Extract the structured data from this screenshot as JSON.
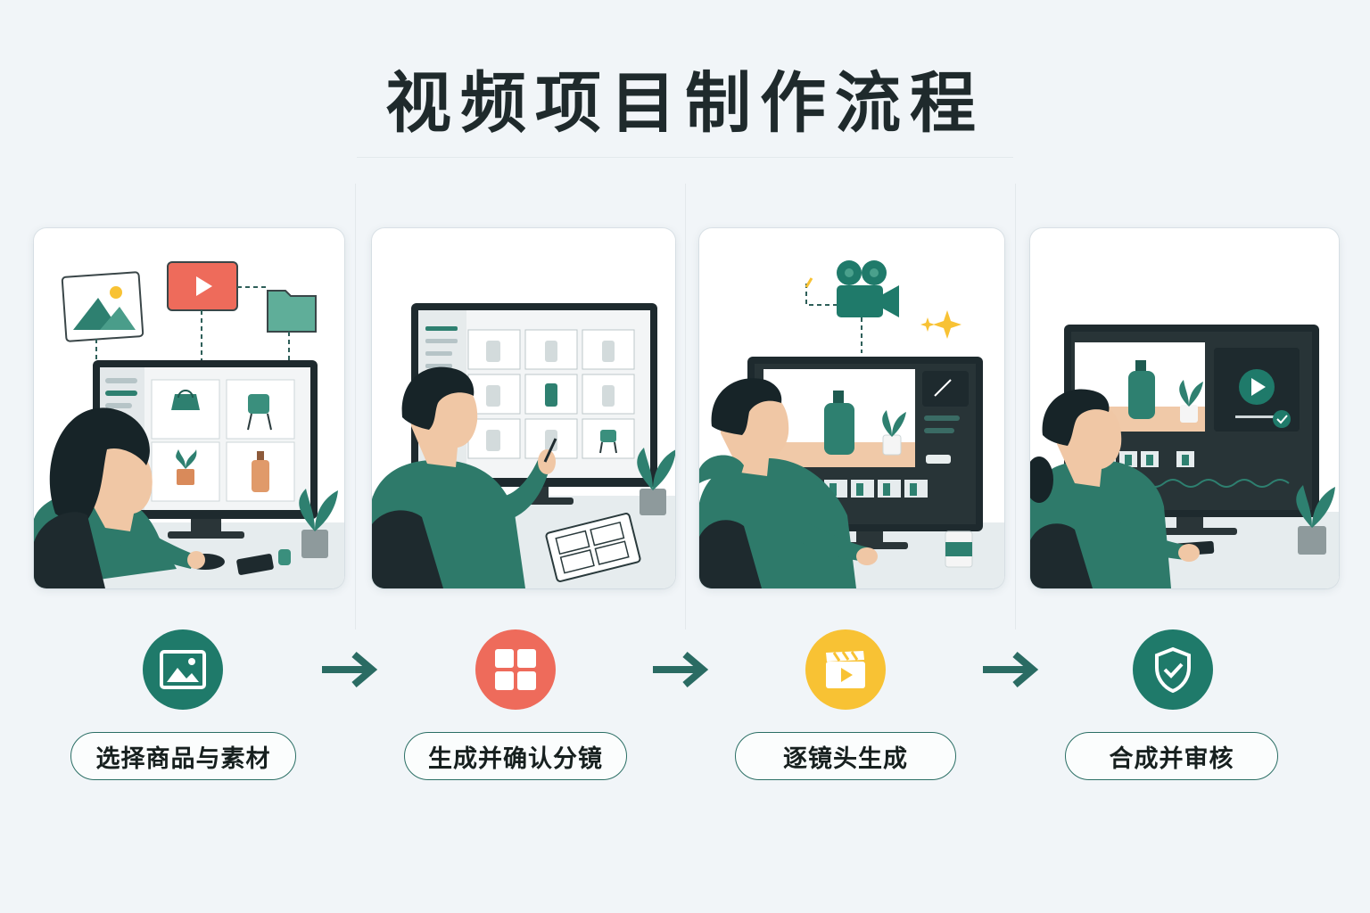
{
  "title": "视频项目制作流程",
  "colors": {
    "accent_green": "#1f7a6a",
    "coral": "#ee6b5b",
    "yellow": "#f8c234",
    "teal_dark": "#20625a",
    "background": "#f1f5f8"
  },
  "steps": [
    {
      "label": "选择商品与素材",
      "icon": "image-icon",
      "icon_color": "#1f7a6a"
    },
    {
      "label": "生成并确认分镜",
      "icon": "grid-icon",
      "icon_color": "#ee6b5b"
    },
    {
      "label": "逐镜头生成",
      "icon": "clapperboard-icon",
      "icon_color": "#f8c234"
    },
    {
      "label": "合成并审核",
      "icon": "shield-check-icon",
      "icon_color": "#1f7a6a"
    }
  ],
  "connectors": [
    "arrow-right-icon",
    "arrow-right-icon",
    "arrow-right-icon"
  ]
}
